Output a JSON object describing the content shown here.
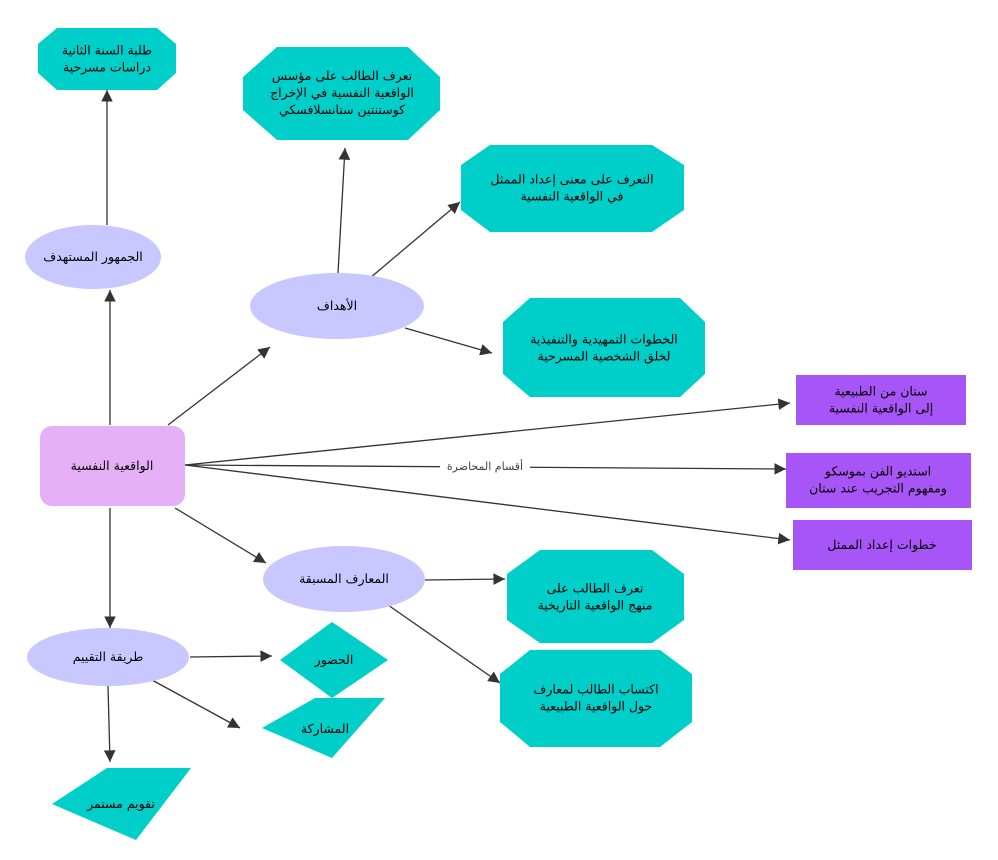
{
  "colors": {
    "root": "#e6b0f7",
    "ellipse": "#c8c7ff",
    "teal": "#00cec9",
    "purple": "#a855f7",
    "edge": "#333333"
  },
  "nodes": {
    "root": [
      "الواقعية النفسية"
    ],
    "audience": [
      "الجمهور المستهدف"
    ],
    "second_year": [
      "طلبة السنة الثانية",
      "دراسات مسرحية"
    ],
    "goals": [
      "الأهداف"
    ],
    "goal1": [
      "تعرف الطالب على مؤسس",
      "الواقعية النفسية في الإخراج",
      "كوستنتين ستانسلافسكي"
    ],
    "goal2": [
      "التعرف على معنى إعداد الممثل",
      "في الواقعية النفسية"
    ],
    "goal3": [
      "الخطوات التمهيدية والتنفيذية",
      "لخلق الشخصية المسرحية"
    ],
    "part1": [
      "ستان من الطبيعية",
      "إلى الواقعية النفسية"
    ],
    "part2": [
      "استديو الفن بموسكو",
      "ومفهوم التجريب عند ستان"
    ],
    "part3": [
      "خطوات إعداد الممثل"
    ],
    "prior": [
      "المعارف المسبقة"
    ],
    "prior1": [
      "تعرف الطالب على",
      "منهج الواقعية التاريخية"
    ],
    "prior2": [
      "اكتساب الطالب لمعارف",
      "حول الواقعية الطبيعية"
    ],
    "eval": [
      "طريقة التقييم"
    ],
    "attendance": [
      "الحضور"
    ],
    "participation": [
      "المشاركة"
    ],
    "continuous": [
      "تقويم مستمر"
    ]
  },
  "edge_labels": {
    "sections": "أقسام المحاضرة"
  }
}
